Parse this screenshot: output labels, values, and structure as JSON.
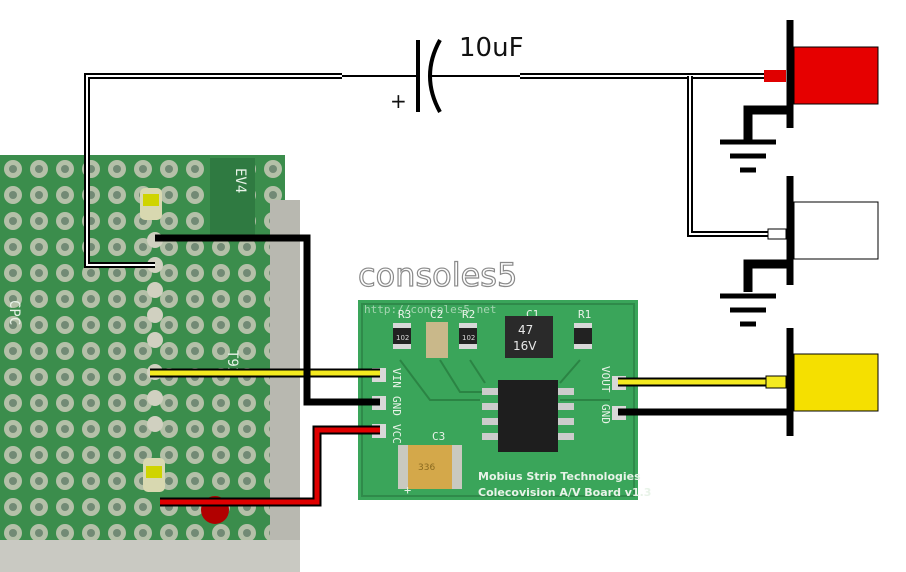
{
  "capacitor": {
    "value_label": "10uF",
    "polarity_label": "+"
  },
  "board": {
    "brand": "Mobius Strip Technologies",
    "product": "Colecovision A/V Board v1.3",
    "url": "http://consoles5.net",
    "watermark": "consoles5",
    "components": {
      "c1": "C1",
      "c2": "C2",
      "c3": "C3",
      "r1": "R1",
      "r2": "R2",
      "r3": "R3"
    },
    "ic_marking_line1": "47",
    "ic_marking_line2": "16V",
    "resistor_marking": "102",
    "tantalum_marking": "336",
    "tantalum_polarity": "+",
    "pads_left": {
      "vin": "VIN",
      "gnd": "GND",
      "vcc": "VCC"
    },
    "pads_right": {
      "vout": "VOUT",
      "gnd": "GND"
    }
  },
  "console_pcb": {
    "silk_a": "EV4",
    "silk_b": "CPC",
    "silk_c": "T92"
  },
  "colors": {
    "audio_jack": "#e60000",
    "video_jack": "#f5e000",
    "pcb_green": "#3aa55a",
    "wire_red": "#e00000",
    "wire_yellow": "#f4ea20"
  }
}
